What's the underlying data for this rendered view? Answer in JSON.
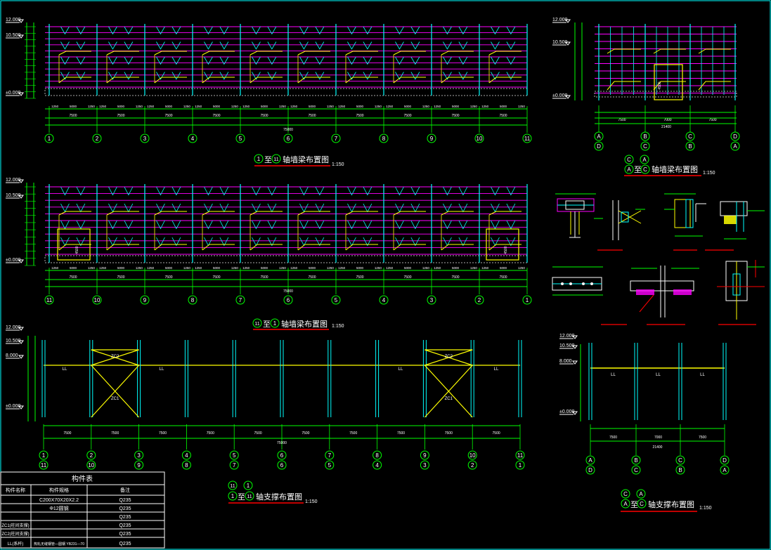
{
  "colors": {
    "background": "#000000",
    "column": "#00ffff",
    "purlin": "#ff00ff",
    "brace": "#ffff00",
    "dim": "#00ff00",
    "grid_bubble": "#00ff00",
    "title_underline": "#ff0000",
    "text": "#ffffff",
    "frame": "#00ffff"
  },
  "elevations": {
    "top": "12.000",
    "eave": "10.500",
    "mid": "8.000",
    "ground": "±0.000"
  },
  "view1": {
    "title_from": "1",
    "title_to": "11",
    "title_mid": "至",
    "title_text": "轴墙梁布置图",
    "scale": "1:150",
    "axes": [
      "1",
      "2",
      "3",
      "4",
      "5",
      "6",
      "7",
      "8",
      "9",
      "10",
      "11"
    ],
    "bay_dim": "7500",
    "total_dim": "75000",
    "sub_dims": [
      "1250",
      "5000",
      "1250"
    ]
  },
  "view2": {
    "title_from": "11",
    "title_to": "1",
    "title_mid": "至",
    "title_text": "轴墙梁布置图",
    "scale": "1:150",
    "axes": [
      "11",
      "10",
      "9",
      "8",
      "7",
      "6",
      "5",
      "4",
      "3",
      "2",
      "1"
    ],
    "bay_dim": "7500",
    "total_dim": "75000",
    "door_h": "4500"
  },
  "view3": {
    "title_top_a": "C",
    "title_top_b": "A",
    "title_from": "A",
    "title_to": "C",
    "title_mid": "至",
    "title_text": "轴墙梁布置图",
    "scale": "1:150",
    "axes_top": [
      "A",
      "B",
      "C",
      "D"
    ],
    "axes_bot": [
      "D",
      "C",
      "B",
      "A"
    ],
    "dims": [
      "7500",
      "7000",
      "7500"
    ],
    "total_dim": "21400",
    "door_h": "4500"
  },
  "view4": {
    "title_top_a": "11",
    "title_top_b": "1",
    "title_from": "1",
    "title_to": "11",
    "title_mid": "至",
    "title_text": "轴支撑布置图",
    "scale": "1:150",
    "axes_top": [
      "1",
      "2",
      "3",
      "4",
      "5",
      "6",
      "7",
      "8",
      "9",
      "10",
      "11"
    ],
    "axes_bot": [
      "11",
      "10",
      "9",
      "8",
      "7",
      "6",
      "5",
      "4",
      "3",
      "2",
      "1"
    ],
    "bay_dim": "7500",
    "total_dim": "75000",
    "ll": "LL",
    "zc1": "ZC1",
    "zc2": "ZC2"
  },
  "view5": {
    "title_top_a": "C",
    "title_top_b": "A",
    "title_from": "A",
    "title_to": "C",
    "title_mid": "至",
    "title_text": "轴支撑布置图",
    "scale": "1:150",
    "axes_top": [
      "A",
      "B",
      "C",
      "D"
    ],
    "axes_bot": [
      "D",
      "C",
      "B",
      "A"
    ],
    "dims": [
      "7500",
      "7000",
      "7500"
    ],
    "total_dim": "21400",
    "ll": "LL"
  },
  "table": {
    "title": "构件表",
    "headers": [
      "构件名称",
      "构件规格",
      "备注"
    ],
    "rows": [
      [
        "",
        "C200X70X20X2.2",
        "Q235"
      ],
      [
        "",
        "Φ12圆钢",
        "Q235"
      ],
      [
        "",
        "",
        "Q235"
      ],
      [
        "ZC1(柱间支撑)",
        "",
        "Q235"
      ],
      [
        "ZC2(柱间支撑)",
        "",
        "Q235"
      ],
      [
        "LL(系杆)",
        "热轧无缝钢管—圆钢 YB231—70",
        "Q235"
      ]
    ]
  }
}
